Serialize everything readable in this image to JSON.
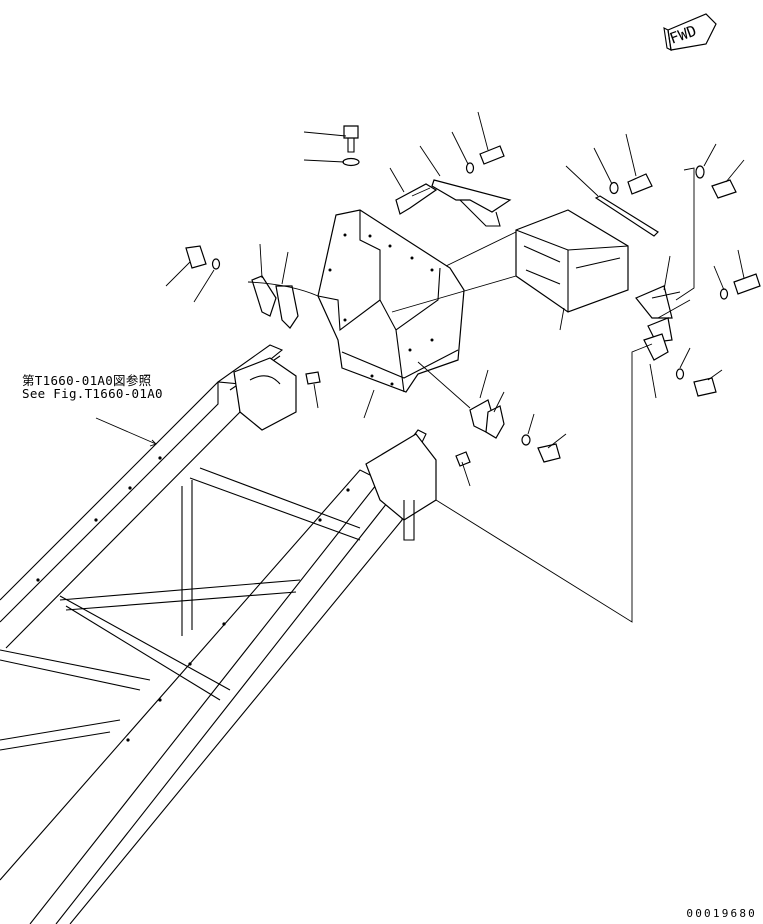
{
  "fwd_label": "FWD",
  "reference": {
    "jp": "第T1660-01A0図参照",
    "en": "See Fig.T1660-01A0"
  },
  "drawing_id": "00019680"
}
